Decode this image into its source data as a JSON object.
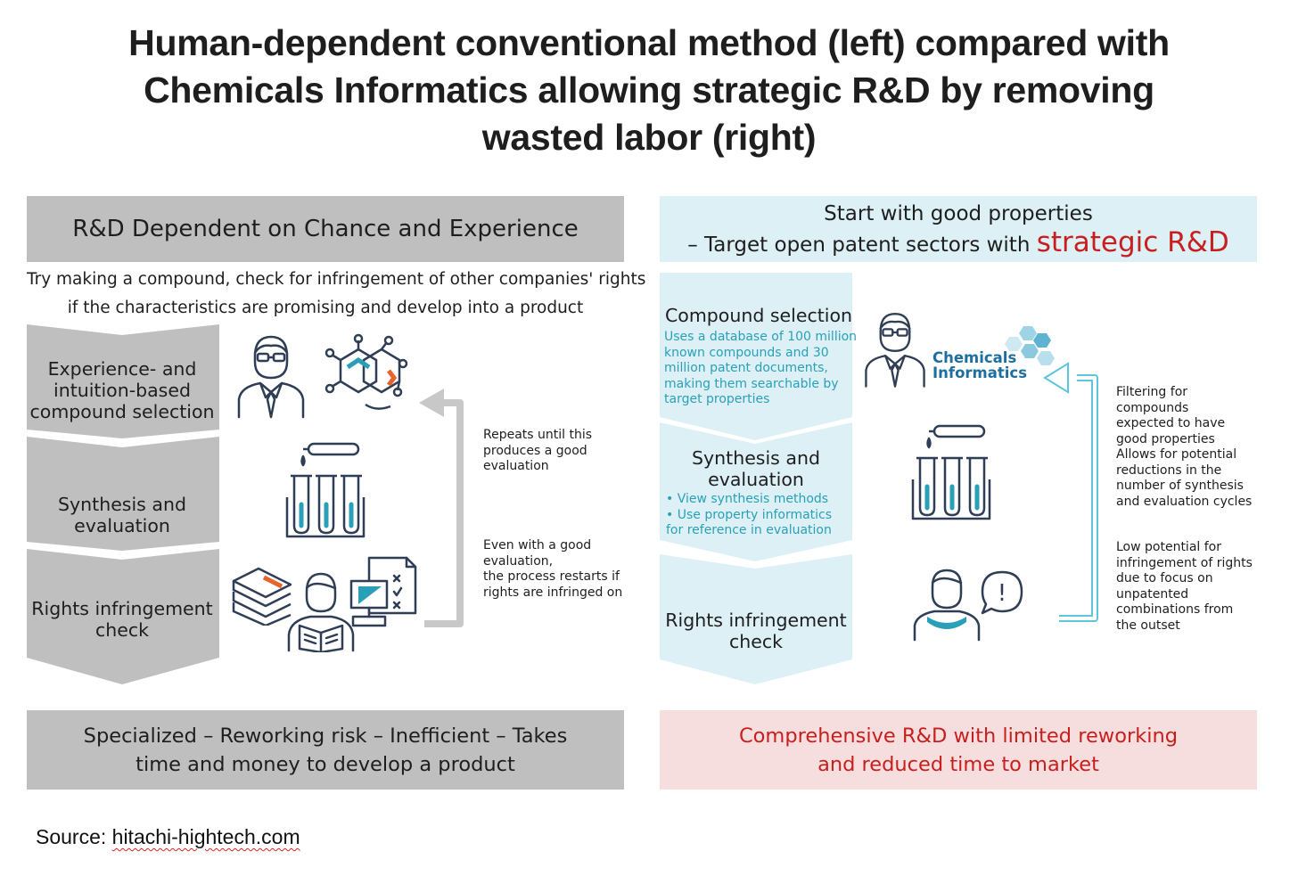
{
  "title": {
    "lines": [
      "Human-dependent conventional method (left) compared with",
      "Chemicals Informatics allowing strategic R&D by removing",
      "wasted labor (right)"
    ]
  },
  "left": {
    "header": "R&D Dependent on Chance and Experience",
    "subtitle": [
      "Try making a compound, check for infringement of other companies' rights",
      "if the characteristics are promising and develop into a product"
    ],
    "steps": [
      [
        "Experience- and",
        "intuition-based",
        "compound selection"
      ],
      [
        "Synthesis and",
        "evaluation"
      ],
      [
        "Rights infringement",
        "check"
      ]
    ],
    "notes": {
      "repeat": [
        "Repeats until this",
        "produces a good",
        "evaluation"
      ],
      "restart": [
        "Even with a good",
        "evaluation,",
        "the process restarts if",
        "rights are infringed on"
      ]
    },
    "footer": [
      "Specialized – Reworking risk – Inefficient – Takes",
      "time and money to develop a product"
    ]
  },
  "right": {
    "header": {
      "line1": "Start with good properties",
      "line2_prefix": "– Target open patent sectors with ",
      "line2_highlight": "strategic R&D"
    },
    "steps": {
      "compound": {
        "title": "Compound selection",
        "desc": [
          "Uses a database of 100 million",
          "known compounds and 30",
          "million patent documents,",
          "making them searchable by",
          "target properties"
        ]
      },
      "synthesis": {
        "title": [
          "Synthesis and",
          "evaluation"
        ],
        "desc": [
          "• View synthesis methods",
          "• Use property informatics",
          "for reference in evaluation"
        ]
      },
      "rights": {
        "title": [
          "Rights infringement",
          "check"
        ]
      }
    },
    "logo": [
      "Chemicals",
      "Informatics"
    ],
    "notes": {
      "filter": [
        "Filtering for",
        "compounds",
        "expected to have",
        "good properties",
        "Allows for potential",
        "reductions in the",
        "number of synthesis",
        "and evaluation cycles"
      ],
      "low": [
        "Low potential for",
        "infringement of rights",
        "due to focus on",
        "unpatented",
        "combinations from",
        "the outset"
      ]
    },
    "footer": [
      "Comprehensive R&D with limited reworking",
      "and reduced time to market"
    ]
  },
  "source": {
    "label": "Source: ",
    "link": "hitachi-hightech.com"
  },
  "colors": {
    "gray_panel": "#bfbfbf",
    "light_blue": "#dcf0f6",
    "light_pink": "#f6dede",
    "accent_red": "#c81e1e",
    "teal": "#2aa0b8",
    "icon_navy": "#2f3e55"
  }
}
